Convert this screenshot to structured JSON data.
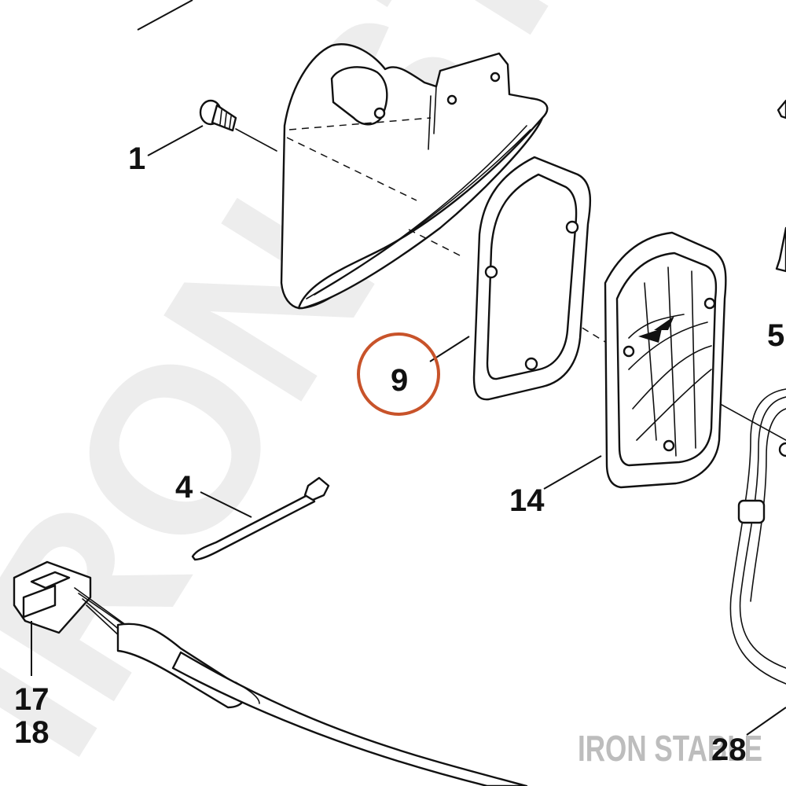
{
  "watermark": {
    "diagonal_text": "IRON ST",
    "brand": "IRON STABLE",
    "color": "#ededed",
    "brand_color": "#bdbdbd"
  },
  "highlight": {
    "part": "9",
    "color": "#c8532a"
  },
  "callouts": {
    "c1": "1",
    "c4": "4",
    "c5": "5",
    "c9": "9",
    "c14": "14",
    "c17": "17",
    "c18": "18",
    "c28": "28"
  }
}
